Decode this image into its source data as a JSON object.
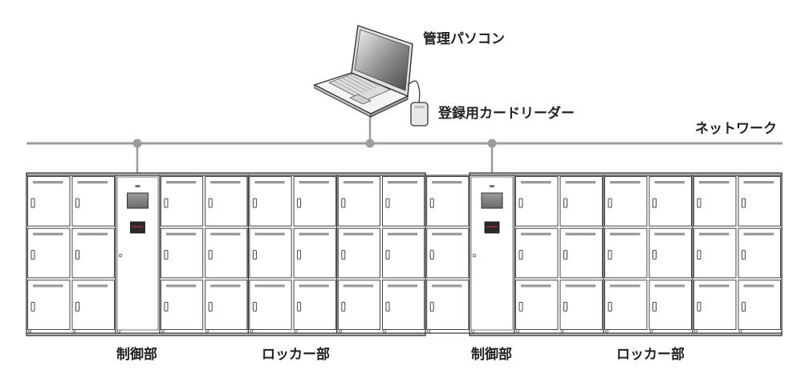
{
  "labels": {
    "pc": "管理パソコン",
    "card_reader": "登録用カードリーダー",
    "network": "ネットワーク",
    "control_left": "制御部",
    "locker_left": "ロッカー部",
    "control_right": "制御部",
    "locker_right": "ロッカー部"
  },
  "systems": [
    {
      "name": "left",
      "control_unit_count": 1,
      "locker_module_count": 5,
      "doors_per_column": 3
    },
    {
      "name": "right",
      "control_unit_count": 1,
      "locker_module_count": 3,
      "doors_per_column": 3
    }
  ],
  "colors": {
    "network_line": "#9c9c9c",
    "cabinet_outline": "#333333",
    "locker_back": "#c9c9c9",
    "screen": "#808080",
    "card_slot": "#2a2a2a"
  }
}
